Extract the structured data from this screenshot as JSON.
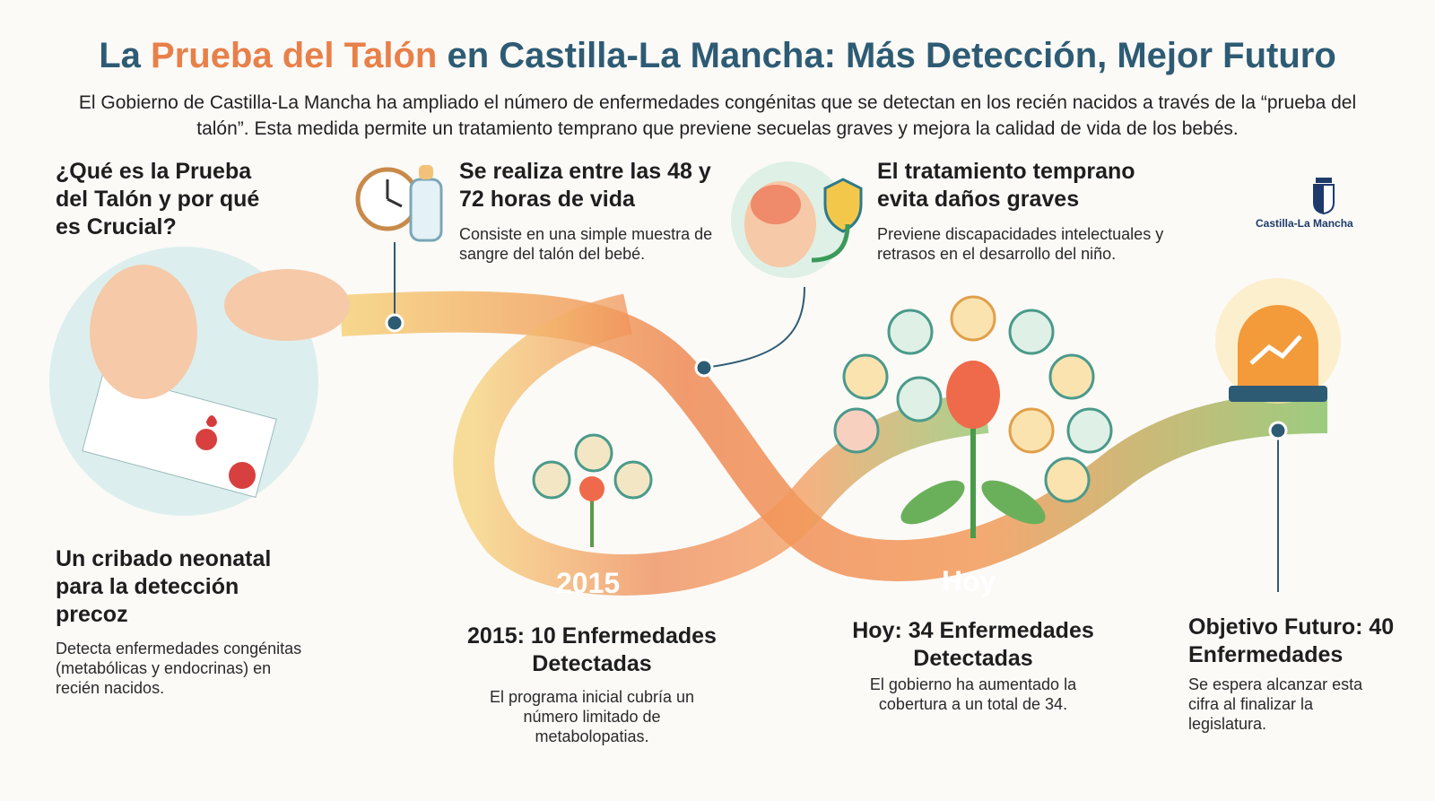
{
  "title": {
    "part1": "La ",
    "highlight": "Prueba del Talón",
    "part2": " en Castilla-La Mancha: Más Detección, Mejor Futuro"
  },
  "intro": "El Gobierno de Castilla-La Mancha ha ampliado el número de enfermedades congénitas que se detectan en los recién nacidos a través de la “prueba del talón”. Esta medida permite un tratamiento temprano que previene secuelas graves y mejora la calidad de vida de los bebés.",
  "logo": {
    "text": "Castilla-La Mancha"
  },
  "sections": {
    "what": {
      "heading": "¿Qué es la Prueba del Talón y por qué es Crucial?"
    },
    "timing": {
      "heading": "Se realiza entre las 48 y 72 horas de vida",
      "text": "Consiste en una simple muestra de sangre del talón del bebé."
    },
    "treatment": {
      "heading": "El tratamiento temprano evita daños graves",
      "text": "Previene discapacidades intelectuales y retrasos en el desarrollo del niño."
    },
    "screening": {
      "heading": "Un cribado neonatal para la detección precoz",
      "text": "Detecta enfermedades congénitas (metabólicas y endocrinas) en recién nacidos."
    },
    "y2015": {
      "label": "2015",
      "heading": "2015: 10 Enfermedades Detectadas",
      "text": "El programa inicial cubría un número limitado de metabolopatias."
    },
    "today": {
      "label": "Hoy",
      "heading": "Hoy: 34 Enfermedades Detectadas",
      "text": "El gobierno ha aumentado la cobertura a un total de 34."
    },
    "future": {
      "heading": "Objetivo Futuro: 40 Enfermedades",
      "text": "Se espera alcanzar esta cifra al finalizar la legislatura."
    }
  },
  "colors": {
    "title": "#2e5b74",
    "accent": "#e8804a",
    "ribbon_start": "#f4c05a",
    "ribbon_end": "#8cc46a"
  }
}
